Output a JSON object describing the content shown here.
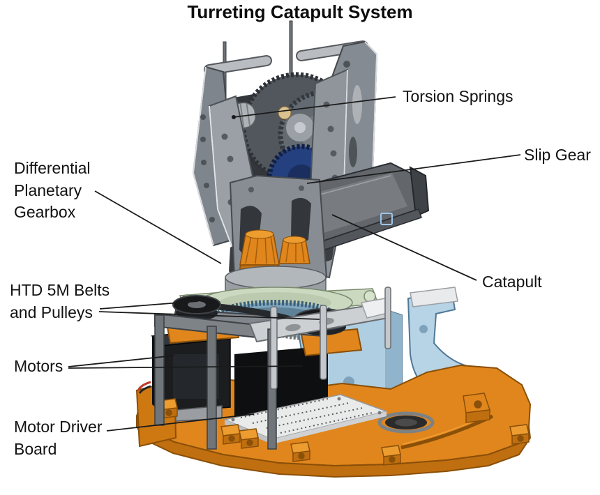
{
  "title": "Turreting Catapult System",
  "labels": {
    "torsion_springs": "Torsion Springs",
    "slip_gear": "Slip Gear",
    "differential_planetary_gearbox": "Differential\nPlanetary\nGearbox",
    "catapult": "Catapult",
    "htd_belts": "HTD 5M Belts\nand Pulleys",
    "motors": "Motors",
    "motor_driver_board": "Motor Driver\nBoard"
  },
  "colors": {
    "orange_base": "#E0861C",
    "orange_light": "#ED9C30",
    "orange_dark": "#C06F10",
    "orange_outline": "#8A4F08",
    "blue_bracket": "#B7D3E6",
    "blue_bracket_shade": "#8FB4CC",
    "blue_outline": "#4F7896",
    "slip_gear_blue": "#24407F",
    "slip_gear_dark": "#101F45",
    "green_plate": "#CBD9C0",
    "green_outline": "#7A8A6E",
    "ring_gear_blue": "#7FA6BE",
    "gray_plate": "#8A9096",
    "gray_mid": "#9AA0A6",
    "gray_light": "#C6CACE",
    "gray_dark": "#4A4E52",
    "gray_deep": "#33373C",
    "part_black": "#1B1D1F",
    "white_part": "#E9EBEA",
    "tan_bushing": "#D9C28F",
    "wire_red": "#C0392B",
    "leader": "#1A1A1A"
  }
}
